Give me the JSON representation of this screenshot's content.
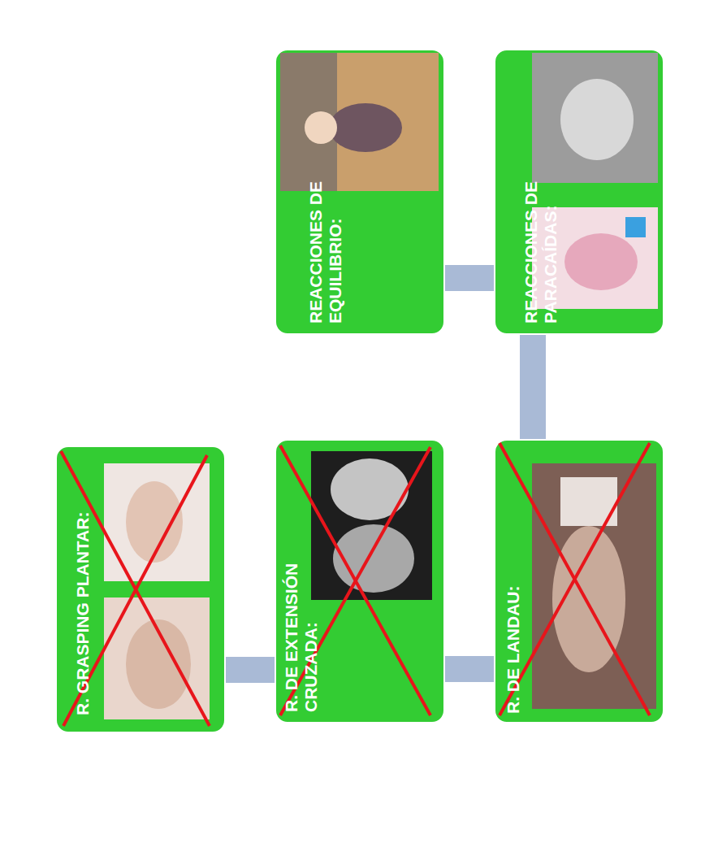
{
  "diagram": {
    "nodes": [
      {
        "text": [
          "R. GRASPING PLANTAR:"
        ]
      },
      {
        "text": [
          "R. DE EXTENSIÓN CRUZADA:"
        ]
      },
      {
        "text": [
          "R. DE LANDAU:"
        ]
      },
      {
        "text": [
          "REACCIONES DE PARACAÍDAS:"
        ]
      },
      {
        "text": [
          "REACCIONES DE EQUILIBRIO:"
        ]
      }
    ],
    "edges": [
      {
        "from": 0,
        "to": 1,
        "arrow": "none"
      },
      {
        "from": 1,
        "to": 2,
        "arrow": "none"
      },
      {
        "from": 2,
        "to": 3,
        "arrow": "none"
      },
      {
        "from": 3,
        "to": 4,
        "arrow": "none"
      }
    ]
  }
}
